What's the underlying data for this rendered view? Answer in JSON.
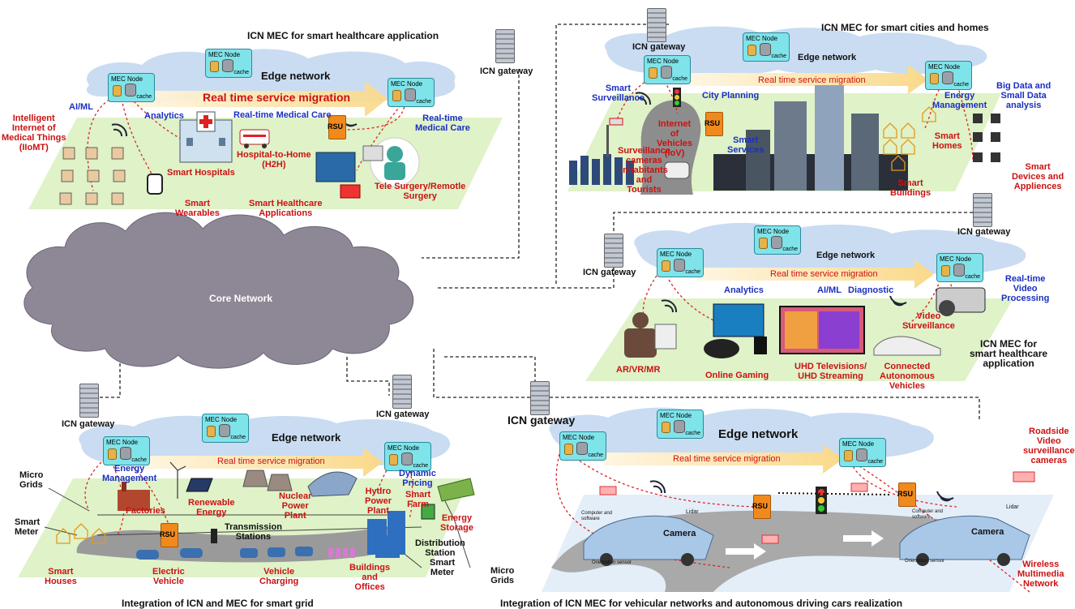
{
  "title_health": "ICN MEC for smart healthcare application",
  "title_cities": "ICN MEC for smart cities and homes",
  "title_media": "ICN MEC for\nsmart healthcare\napplication",
  "caption_grid": "Integration of ICN and MEC for smart grid",
  "caption_vehicular": "Integration of ICN MEC for vehicular networks and autonomous driving cars realization",
  "core_network": "Core Network",
  "edge_network": "Edge network",
  "icn_gateway": "ICN gateway",
  "mec_node": "MEC Node",
  "cache": "cache",
  "rsu": "RSU",
  "migration_label": "Real time service migration",
  "health": {
    "ai_ml": "AI/ML",
    "iomt": "Intelligent\nInternet of\nMedical Things\n(IIoMT)",
    "analytics": "Analytics",
    "realtime_care_top": "Real-time Medical Care",
    "realtime_care_right": "Real-time\nMedical Care",
    "hospital_to_home": "Hospital-to-Home\n(H2H)",
    "smart_hospitals": "Smart Hospitals",
    "smart_wearables": "Smart\nWearables",
    "smart_apps": "Smart Healthcare\nApplications",
    "tele_surgery": "Tele Surgery/Remotle\nSurgery"
  },
  "cities": {
    "smart_surveillance": "Smart\nSurveillance",
    "city_planning": "City Planning",
    "iov": "Internet\nof\nVehicles\n(IoV)",
    "smart_services": "Smart\nServices",
    "surveillance_cameras": "Surveillance\ncameras\nInhabitants\nand\nTourists",
    "energy_mgmt": "Energy\nManagement",
    "big_data": "Big Data and\nSmall Data\nanalysis",
    "smart_homes": "Smart\nHomes",
    "smart_buildings": "Smart\nBuildings",
    "smart_devices": "Smart\nDevices and\nAppliences"
  },
  "media": {
    "analytics": "Analytics",
    "ai_ml": "AI/ML",
    "diagnostic": "Diagnostic",
    "realtime_video": "Real-time\nVideo\nProcessing",
    "video_surveillance": "Video\nSurveillance",
    "ar_vr": "AR/VR/MR",
    "online_gaming": "Online Gaming",
    "uhd": "UHD Televisions/\nUHD Streaming",
    "connected_av": "Connected\nAutonomous\nVehicles"
  },
  "grid": {
    "micro_grids_left": "Micro\nGrids",
    "smart_meter_left": "Smart\nMeter",
    "energy_mgmt": "Energy\nManagement",
    "factories": "Factories",
    "renewable": "Renewable\nEnergy",
    "nuclear": "Nuclear\nPower\nPlant",
    "transmission": "Transmission\nStations",
    "hydro": "Hydro\nPower\nPlant",
    "dynamic_pricing": "Dynamic\nPricing",
    "smart_farm": "Smart\nFarm",
    "energy_storage": "Energy\nStorage",
    "distribution": "Distribution\nStation",
    "smart_meter_right": "Smart\nMeter",
    "micro_grids_right": "Micro\nGrids",
    "smart_houses": "Smart\nHouses",
    "electric_vehicle": "Electric\nVehicle",
    "vehicle_charging": "Vehicle\nCharging",
    "buildings_offices": "Buildings\nand\nOffices"
  },
  "vehicular": {
    "roadside_cameras": "Roadside\nVideo\nsurveillance\ncameras",
    "wireless_net": "Wireless\nMultimedia\nNetwork",
    "computer_sw_left": "Computer and\nsoftware",
    "computer_sw_right": "Computer and\nsoftware",
    "lidar_left": "Lidar",
    "lidar_right": "Lidar",
    "camera_left": "Camera",
    "camera_right": "Camera",
    "orientation_left": "Orientation sensor",
    "orientation_right": "Orientation sensor"
  },
  "colors": {
    "label_red": "#cc1111",
    "label_blue": "#1a2fc0",
    "cloud_blue": "#c9dcf2",
    "core_cloud": "#8e8796",
    "ground": "#dff2c8",
    "mec_fill": "#7fe3ea",
    "migration_arrow": "#fde7b8",
    "rsu": "#f08a1c"
  }
}
